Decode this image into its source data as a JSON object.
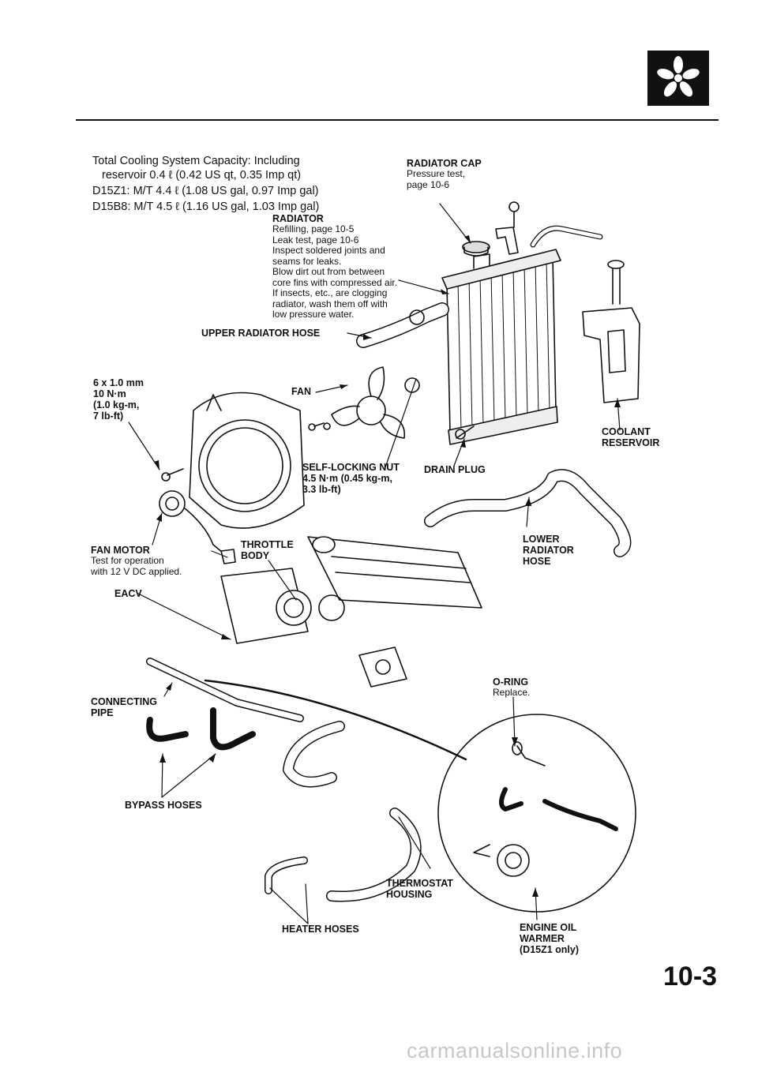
{
  "capacity": {
    "line1": "Total Cooling System Capacity: Including",
    "line2": "reservoir 0.4 ℓ (0.42 US qt, 0.35 Imp qt)",
    "line3": "D15Z1: M/T 4.4 ℓ (1.08 US gal, 0.97 Imp gal)",
    "line4": "D15B8: M/T 4.5 ℓ (1.16 US gal, 1.03 Imp gal)"
  },
  "radiator_cap": {
    "title": "RADIATOR CAP",
    "l1": "Pressure test,",
    "l2": "page 10-6"
  },
  "radiator": {
    "title": "RADIATOR",
    "l1": "Refilling, page 10-5",
    "l2": "Leak test, page 10-6",
    "l3": "Inspect soldered joints and",
    "l4": "seams for leaks.",
    "l5": "Blow dirt out from between",
    "l6": "core fins with compressed air.",
    "l7": "If insects, etc., are clogging",
    "l8": "radiator, wash them off with",
    "l9": "low pressure water."
  },
  "upper_hose": "UPPER RADIATOR HOSE",
  "bolt_spec": {
    "l1": "6 x 1.0 mm",
    "l2": "10 N·m",
    "l3": "(1.0 kg-m,",
    "l4": "7 lb-ft)"
  },
  "fan": "FAN",
  "coolant_reservoir": {
    "l1": "COOLANT",
    "l2": "RESERVOIR"
  },
  "self_locking_nut": {
    "l1": "SELF-LOCKING NUT",
    "l2": "4.5 N·m (0.45 kg-m,",
    "l3": "3.3 lb-ft)"
  },
  "drain_plug": "DRAIN PLUG",
  "fan_motor": {
    "title": "FAN MOTOR",
    "l1": "Test for operation",
    "l2": "with 12 V DC applied."
  },
  "throttle_body": {
    "l1": "THROTTLE",
    "l2": "BODY"
  },
  "lower_hose": {
    "l1": "LOWER",
    "l2": "RADIATOR",
    "l3": "HOSE"
  },
  "eacv": "EACV",
  "o_ring": {
    "title": "O-RING",
    "l1": "Replace."
  },
  "connecting_pipe": {
    "l1": "CONNECTING",
    "l2": "PIPE"
  },
  "bypass_hoses": "BYPASS HOSES",
  "thermostat_housing": {
    "l1": "THERMOSTAT",
    "l2": "HOUSING"
  },
  "heater_hoses": "HEATER HOSES",
  "oil_warmer": {
    "l1": "ENGINE OIL",
    "l2": "WARMER",
    "l3": "(D15Z1 only)"
  },
  "page_number": "10-3",
  "watermark": "carmanualsonline.info",
  "icon": "cooling-fan-icon"
}
